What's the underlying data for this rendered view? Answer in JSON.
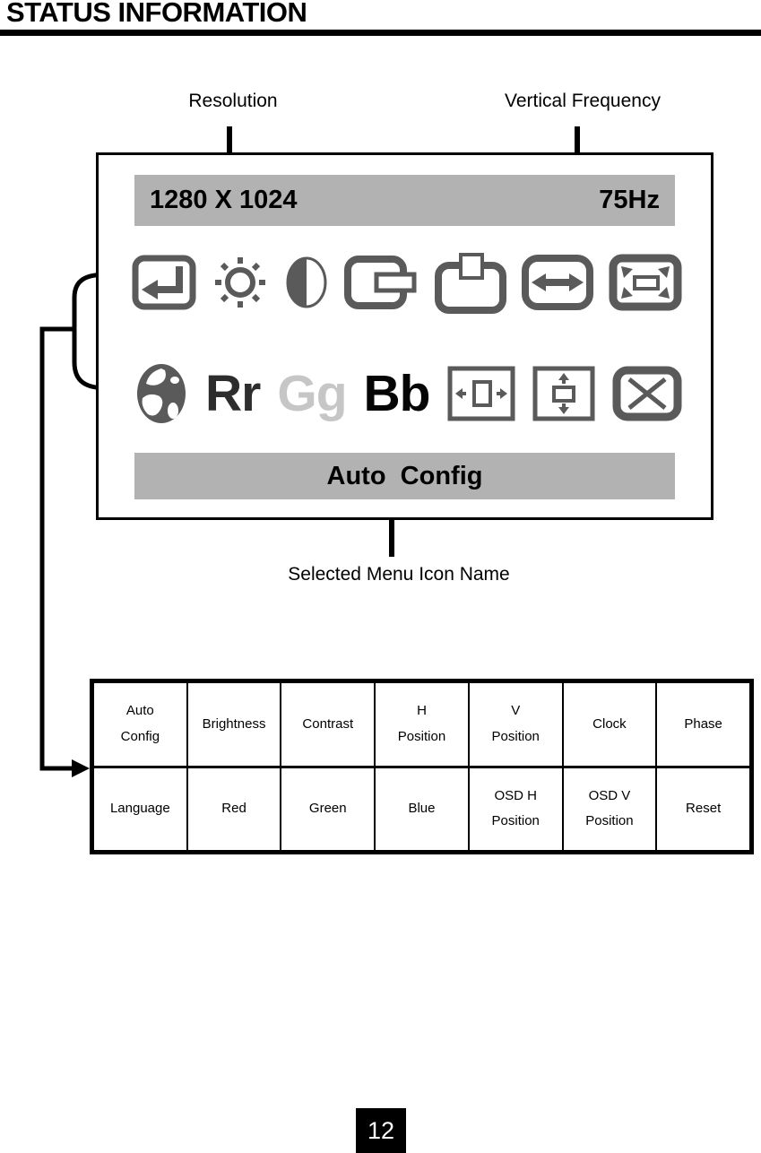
{
  "page": {
    "title": "STATUS INFORMATION",
    "page_number": "12"
  },
  "annotations": {
    "resolution": "Resolution",
    "vertical_frequency": "Vertical Frequency",
    "selected_menu": "Selected Menu Icon Name"
  },
  "osd": {
    "resolution": "1280 X 1024",
    "vertical_frequency": "75Hz",
    "selected_menu_name": "Auto  Config",
    "menu_icons_row1": [
      "auto-config",
      "brightness",
      "contrast",
      "h-position",
      "v-position",
      "clock",
      "phase"
    ],
    "menu_icons_row2": [
      "language-globe",
      "red",
      "green",
      "blue",
      "osd-h-position",
      "osd-v-position",
      "reset"
    ],
    "rgb_labels": {
      "red": "Rr",
      "green": "Gg",
      "blue": "Bb"
    }
  },
  "menu_table": {
    "rows": [
      [
        "Auto\nConfig",
        "Brightness",
        "Contrast",
        "H\nPosition",
        "V\nPosition",
        "Clock",
        "Phase"
      ],
      [
        "Language",
        "Red",
        "Green",
        "Blue",
        "OSD H\nPosition",
        "OSD V\nPosition",
        "Reset"
      ]
    ]
  },
  "colors": {
    "bar_gray": "#b2b2b2",
    "icon_gray": "#5a5a5a",
    "red_label": "#2d2d2d",
    "green_label": "#c6c6c6",
    "blue_label": "#050505"
  }
}
